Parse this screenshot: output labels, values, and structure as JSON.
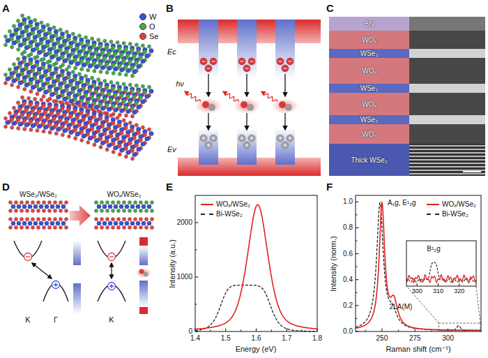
{
  "diagram": {
    "nodes": [
      {
        "text": [
          "BN"
        ]
      },
      {
        "text": [
          "WOₓ"
        ]
      },
      {
        "text": [
          "WSe₂"
        ]
      },
      {
        "text": [
          "WOₓ"
        ]
      },
      {
        "text": [
          "WSe₂"
        ]
      },
      {
        "text": [
          "WOₓ"
        ]
      },
      {
        "text": [
          "WSe₂"
        ]
      },
      {
        "text": [
          "WOₓ"
        ]
      },
      {
        "text": [
          "Thick WSe₂"
        ]
      }
    ],
    "labels": [
      "A",
      "B",
      "Ec",
      "hν",
      "Ev",
      "C",
      "D",
      "WSe₂/WSe₂",
      "WOₓ/WSe₂",
      "K",
      "Γ",
      "K",
      "E",
      "Intensity (a.u.)",
      "Energy (eV)",
      "0",
      "1000",
      "2000",
      "1.4",
      "1.5",
      "1.6",
      "1.7",
      "1.8",
      "F",
      "Intensity (norm.)",
      "Raman shift (cm⁻¹)",
      "0.0",
      "0.2",
      "0.4",
      "0.6",
      "0.8",
      "1.0",
      "250",
      "275",
      "300",
      "A₁g, E¹₂g",
      "2LA(M)",
      "B¹₂g",
      "300",
      "310",
      "320"
    ],
    "legend": [
      {
        "text": "W",
        "color": "#3b4fd8"
      },
      {
        "text": "O",
        "color": "#3fae49"
      },
      {
        "text": "Se",
        "color": "#e8423f"
      },
      {
        "text": "WOₓ/WSe₂"
      },
      {
        "text": "Bi-WSe₂"
      },
      {
        "text": "WOₓ/WSe₂"
      },
      {
        "text": "Bi-WSe₂"
      }
    ]
  }
}
